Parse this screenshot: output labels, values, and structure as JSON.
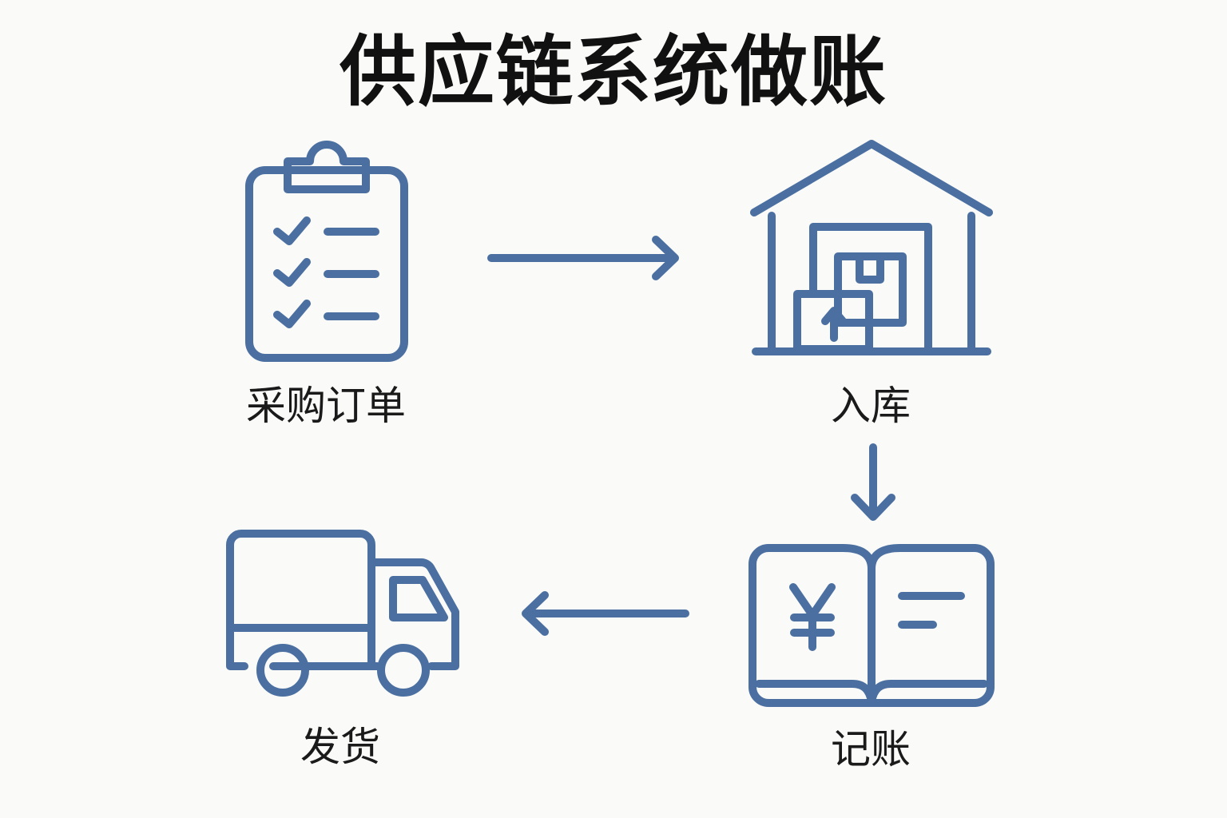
{
  "title": "供应链系统做账",
  "accent_color": "#4a6fa0",
  "steps": [
    {
      "label": "采购订单",
      "icon": "clipboard-checklist-icon"
    },
    {
      "label": "入库",
      "icon": "warehouse-icon"
    },
    {
      "label": "记账",
      "icon": "yen-ledger-book-icon"
    },
    {
      "label": "发货",
      "icon": "delivery-truck-icon"
    }
  ],
  "arrows": [
    "arrow-right-icon",
    "arrow-down-icon",
    "arrow-left-icon"
  ]
}
